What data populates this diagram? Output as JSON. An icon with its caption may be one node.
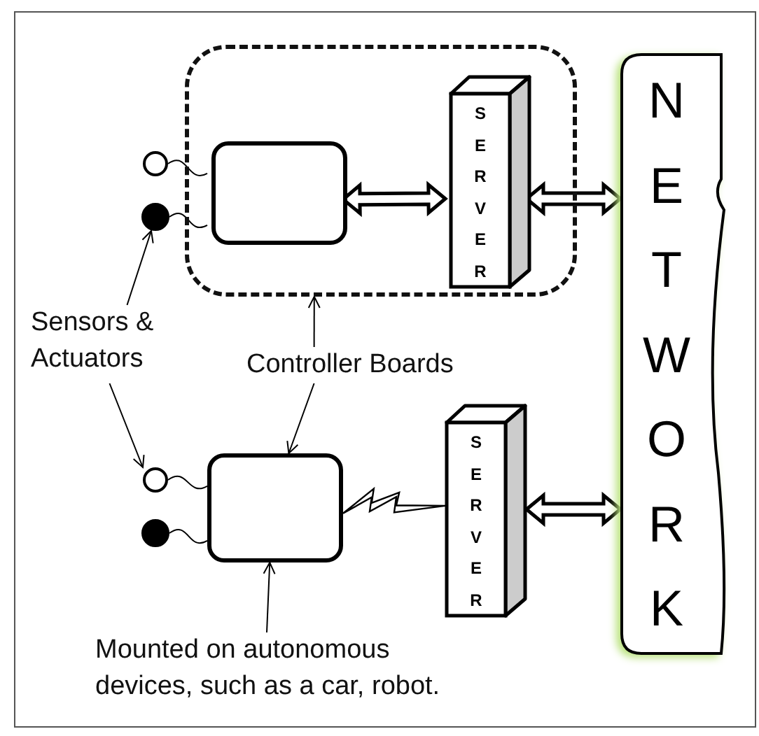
{
  "diagram": {
    "nodes": [
      {
        "text": [],
        "shape": "box"
      },
      {
        "text": [],
        "shape": "circle"
      },
      {
        "text": [],
        "shape": "circle"
      },
      {
        "text": [],
        "shape": "box",
        "in": 0
      },
      {
        "text": [
          "SERVER"
        ],
        "in": 0
      },
      {
        "text": [
          "NETWORK"
        ]
      },
      {
        "text": [
          "Sensors & Actuators"
        ]
      },
      {
        "text": [
          "Controller Boards"
        ]
      },
      {
        "text": [],
        "shape": "circle"
      },
      {
        "text": [],
        "shape": "circle"
      },
      {
        "text": [],
        "shape": "box"
      },
      {
        "text": [
          "SERVER"
        ]
      },
      {
        "text": [
          "Mounted on autonomous devices, such as a car, robot."
        ]
      }
    ],
    "edges": [
      {
        "from": 1,
        "to": 3,
        "arrow": "none"
      },
      {
        "from": 2,
        "to": 3,
        "arrow": "none"
      },
      {
        "from": 3,
        "to": 4,
        "arrow": "both",
        "style": "thick"
      },
      {
        "from": 4,
        "to": 5,
        "arrow": "both",
        "style": "thick"
      },
      {
        "from": 6,
        "to": 2,
        "arrow": "to"
      },
      {
        "from": 6,
        "to": 8,
        "arrow": "to"
      },
      {
        "from": 7,
        "to": 0,
        "arrow": "to"
      },
      {
        "from": 7,
        "to": 10,
        "arrow": "to"
      },
      {
        "from": 8,
        "to": 10,
        "arrow": "none"
      },
      {
        "from": 9,
        "to": 10,
        "arrow": "none"
      },
      {
        "from": 10,
        "to": 11,
        "arrow": "none"
      },
      {
        "from": 11,
        "to": 5,
        "arrow": "both",
        "style": "thick"
      },
      {
        "from": 12,
        "to": 10,
        "arrow": "to"
      }
    ]
  }
}
